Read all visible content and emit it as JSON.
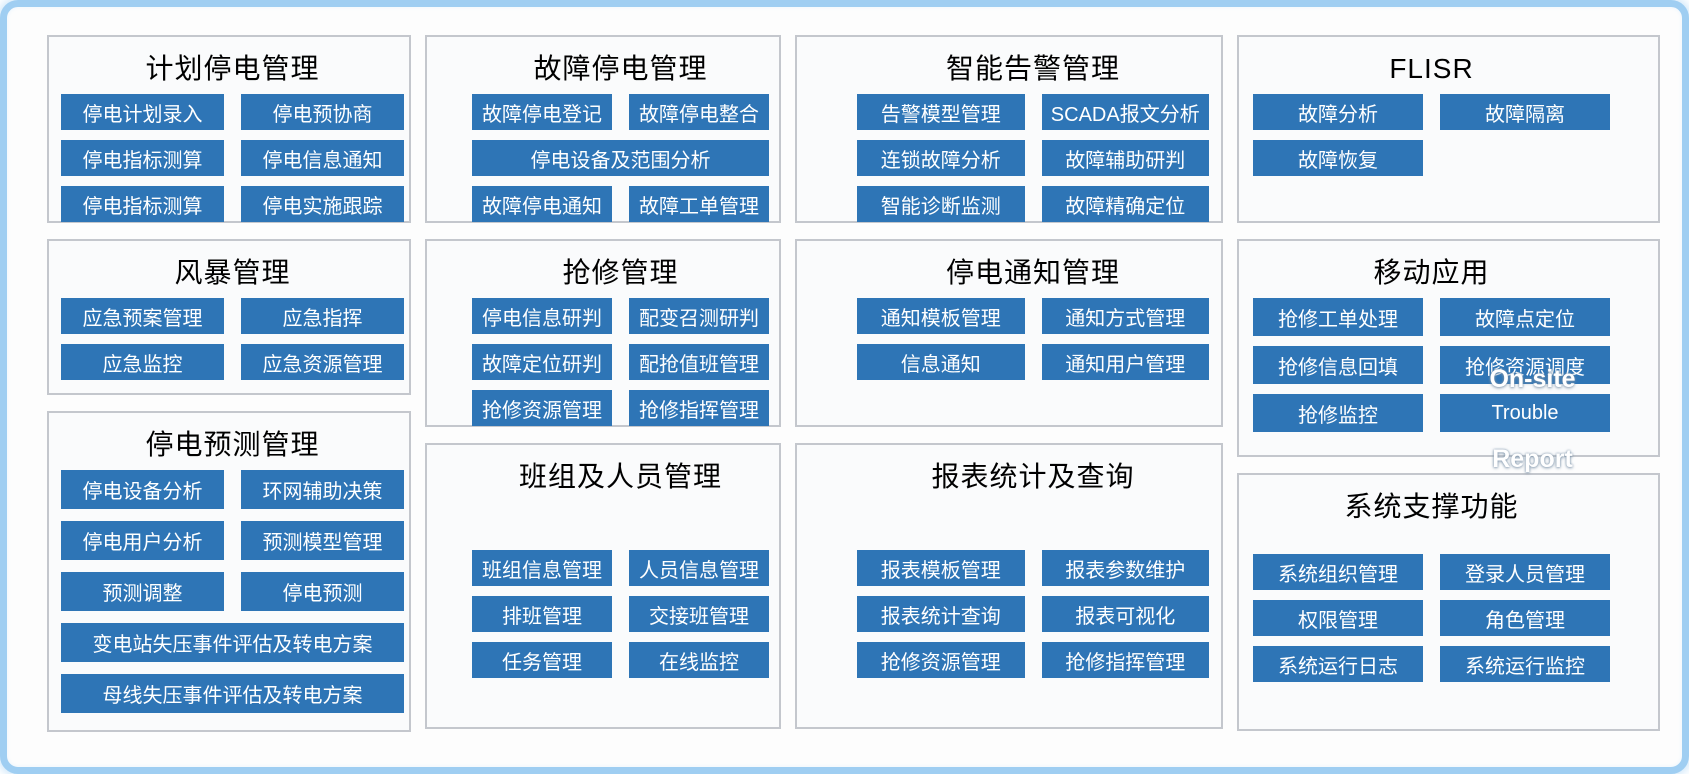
{
  "colors": {
    "module_button": "#2e75b6",
    "button_text": "#ffffff",
    "panel_background": "#fafbfc",
    "panel_border": "#c4c7cd",
    "frame_border": "#9fcef2",
    "page_background": "#fdfdfd",
    "title_text": "#000000"
  },
  "columns": [
    {
      "panels": [
        {
          "id": "planned-outage",
          "title": "计划停电管理",
          "rows": [
            [
              "停电计划录入",
              "停电预协商"
            ],
            [
              "停电指标测算",
              "停电信息通知"
            ],
            [
              "停电指标测算",
              "停电实施跟踪"
            ]
          ]
        },
        {
          "id": "storm",
          "title": "风暴管理",
          "rows": [
            [
              "应急预案管理",
              "应急指挥"
            ],
            [
              "应急监控",
              "应急资源管理"
            ]
          ]
        },
        {
          "id": "forecast",
          "title": "停电预测管理",
          "rows": [
            [
              "停电设备分析",
              "环网辅助决策"
            ],
            [
              "停电用户分析",
              "预测模型管理"
            ],
            [
              "预测调整",
              "停电预测"
            ],
            [
              "变电站失压事件评估及转电方案"
            ],
            [
              "母线失压事件评估及转电方案"
            ]
          ]
        }
      ]
    },
    {
      "panels": [
        {
          "id": "fault-outage",
          "title": "故障停电管理",
          "rows": [
            [
              "故障停电登记",
              "故障停电整合"
            ],
            [
              "停电设备及范围分析"
            ],
            [
              "故障停电通知",
              "故障工单管理"
            ]
          ]
        },
        {
          "id": "repair",
          "title": "抢修管理",
          "rows": [
            [
              "停电信息研判",
              "配变召测研判"
            ],
            [
              "故障定位研判",
              "配抢值班管理"
            ],
            [
              "抢修资源管理",
              "抢修指挥管理"
            ]
          ]
        },
        {
          "id": "team",
          "title": "班组及人员管理",
          "rows": [
            [
              "班组信息管理",
              "人员信息管理"
            ],
            [
              "排班管理",
              "交接班管理"
            ],
            [
              "任务管理",
              "在线监控"
            ]
          ]
        }
      ]
    },
    {
      "panels": [
        {
          "id": "alert",
          "title": "智能告警管理",
          "rows": [
            [
              "告警模型管理",
              "SCADA报文分析"
            ],
            [
              "连锁故障分析",
              "故障辅助研判"
            ],
            [
              "智能诊断监测",
              "故障精确定位"
            ]
          ]
        },
        {
          "id": "notice",
          "title": "停电通知管理",
          "rows": [
            [
              "通知模板管理",
              "通知方式管理"
            ],
            [
              "信息通知",
              "通知用户管理"
            ]
          ]
        },
        {
          "id": "report",
          "title": "报表统计及查询",
          "rows": [
            [
              "报表模板管理",
              "报表参数维护"
            ],
            [
              "报表统计查询",
              "报表可视化"
            ],
            [
              "抢修资源管理",
              "抢修指挥管理"
            ]
          ]
        }
      ]
    },
    {
      "panels": [
        {
          "id": "flisr",
          "title": "FLISR",
          "rows": [
            [
              "故障分析",
              "故障隔离"
            ],
            [
              "故障恢复",
              null
            ]
          ]
        },
        {
          "id": "mobile",
          "title": "移动应用",
          "rows": [
            [
              "抢修工单处理",
              "故障点定位"
            ],
            [
              "抢修信息回填",
              "抢修资源调度"
            ],
            [
              "抢修监控",
              "Trouble"
            ]
          ],
          "overlays": [
            {
              "text": "On-site"
            },
            {
              "text": "Report"
            }
          ]
        },
        {
          "id": "system",
          "title": "系统支撑功能",
          "rows": [
            [
              "系统组织管理",
              "登录人员管理"
            ],
            [
              "权限管理",
              "角色管理"
            ],
            [
              "系统运行日志",
              "系统运行监控"
            ]
          ]
        }
      ]
    }
  ]
}
